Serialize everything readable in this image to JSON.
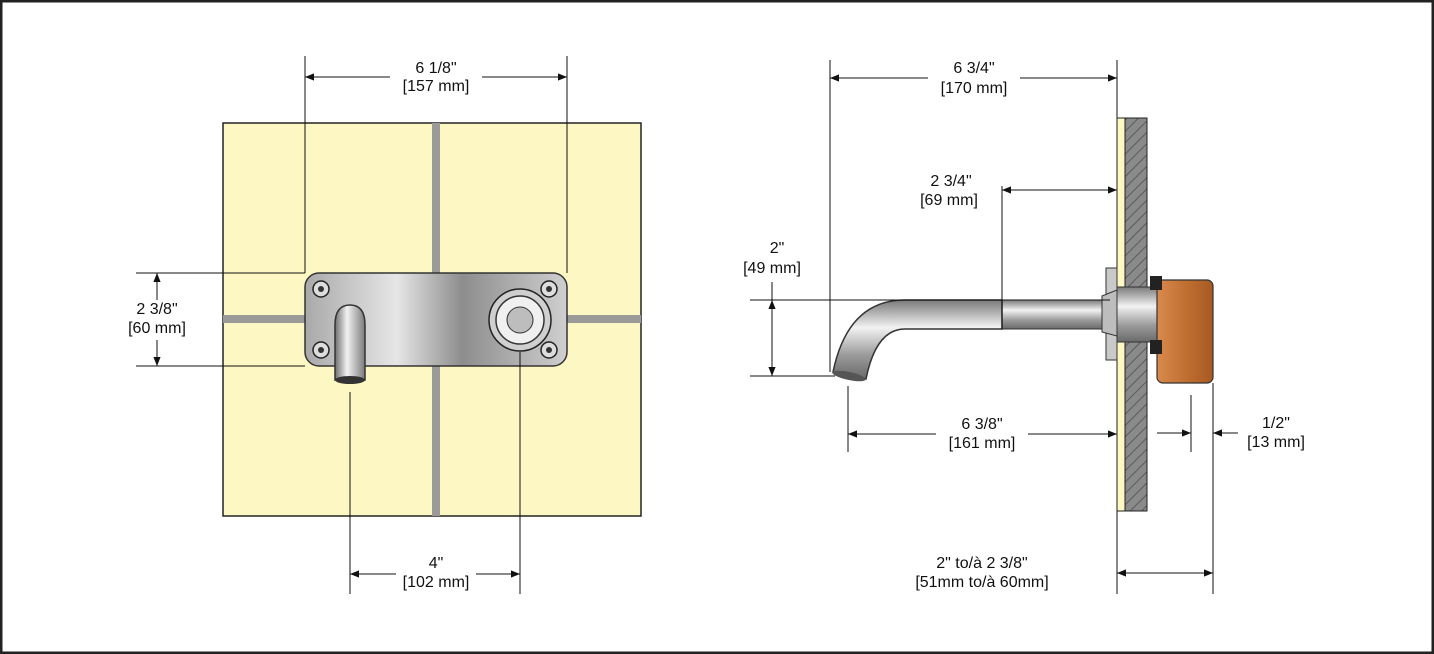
{
  "front_view": {
    "width_in": "6 1/8\"",
    "width_mm": "[157 mm]",
    "height_in": "2 3/8\"",
    "height_mm": "[60 mm]",
    "center_in": "4\"",
    "center_mm": "[102 mm]"
  },
  "side_view": {
    "reach_in": "6 3/4\"",
    "reach_mm": "[170 mm]",
    "straight_in": "2 3/4\"",
    "straight_mm": "[69 mm]",
    "drop_in": "2\"",
    "drop_mm": "[49 mm]",
    "spout_in": "6 3/8\"",
    "spout_mm": "[161 mm]",
    "offset_in": "1/2\"",
    "offset_mm": "[13 mm]",
    "wall_in": "2\" to/à 2 3/8\"",
    "wall_mm": "[51mm to/à 60mm]"
  },
  "colors": {
    "tile": "#fdf7c3",
    "grout": "#9a9a98",
    "chrome": "#b9b9b9",
    "brass": "#c97a3c",
    "border": "#222222"
  }
}
